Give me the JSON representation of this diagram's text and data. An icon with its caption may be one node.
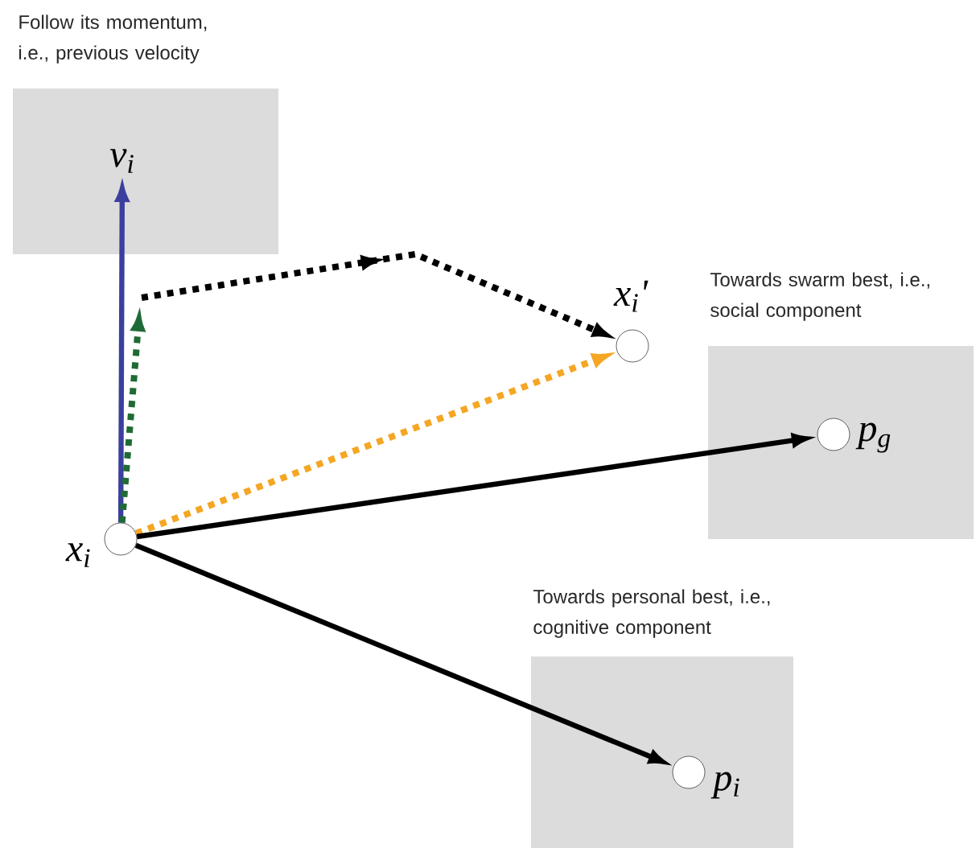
{
  "diagram": {
    "nodes": [
      {
        "text": [
          "Follow its momentum, i.e., previous velocity"
        ]
      },
      {
        "text": [
          "v$_{i}$"
        ],
        "in": 0
      },
      {
        "text": [
          "Towards swarm best, i.e., social component"
        ]
      },
      {
        "text": [],
        "shape": "circle",
        "in": 2,
        "beside": [
          "p$_{g}$"
        ]
      },
      {
        "text": [
          "Towards personal best, i.e., cognitive component"
        ]
      },
      {
        "text": [],
        "shape": "circle",
        "in": 4,
        "beside": [
          "p$_{i}$"
        ]
      },
      {
        "text": [],
        "shape": "circle",
        "beside": [
          "x$_{i}$"
        ]
      },
      {
        "text": [],
        "shape": "circle",
        "beside": [
          "x$_{i}$'"
        ]
      }
    ],
    "edges": [
      {
        "from": 6,
        "to": 1,
        "arrow": "to",
        "color": "#3b3f9e"
      },
      {
        "from": 6,
        "to": null,
        "arrow": "to",
        "style": "dashed",
        "color": "#1f6b35"
      },
      {
        "from": null,
        "to": 7,
        "arrow": "to",
        "style": "dashed"
      },
      {
        "from": 6,
        "to": 7,
        "arrow": "to",
        "style": "dashed",
        "color": "#f5a623"
      },
      {
        "from": 6,
        "to": 3,
        "arrow": "to"
      },
      {
        "from": 6,
        "to": 5,
        "arrow": "to"
      }
    ]
  }
}
